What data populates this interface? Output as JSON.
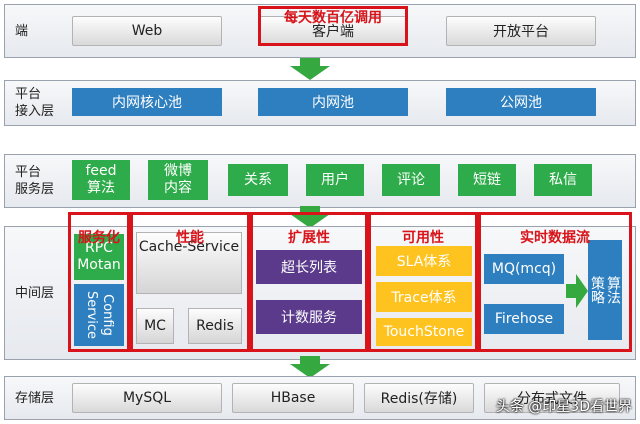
{
  "layers": {
    "client": {
      "label": "端",
      "items": [
        "Web",
        "客户端",
        "开放平台"
      ],
      "banner": "每天数百亿调用"
    },
    "access": {
      "label": "平台\n接入层",
      "items": [
        "内网核心池",
        "内网池",
        "公网池"
      ]
    },
    "service": {
      "label": "平台\n服务层",
      "items": [
        "feed\n算法",
        "微博\n内容",
        "关系",
        "用户",
        "评论",
        "短链",
        "私信"
      ]
    },
    "middle": {
      "label": "中间层",
      "servicize": {
        "title": "服务化",
        "rpc": "RPC\nMotan",
        "config": "Config\nService"
      },
      "performance": {
        "title": "性能",
        "cache": "Cache-Service",
        "mc": "MC",
        "redis": "Redis"
      },
      "scalability": {
        "title": "扩展性",
        "items": [
          "超长列表",
          "计数服务"
        ]
      },
      "availability": {
        "title": "可用性",
        "items": [
          "SLA体系",
          "Trace体系",
          "TouchStone"
        ]
      },
      "realtime": {
        "title": "实时数据流",
        "mq": "MQ(mcq)",
        "firehose": "Firehose",
        "algo": "算法\n策略"
      }
    },
    "storage": {
      "label": "存储层",
      "items": [
        "MySQL",
        "HBase",
        "Redis(存储)",
        "分布式文件"
      ]
    }
  },
  "watermark": "头条 @印星3D看世界",
  "colors": {
    "blue": "#2e7fbf",
    "green": "#2eab4a",
    "purple": "#5b3a8c",
    "yellow": "#ffc31f",
    "red": "#d8141a",
    "arrow": "#35a83f"
  }
}
